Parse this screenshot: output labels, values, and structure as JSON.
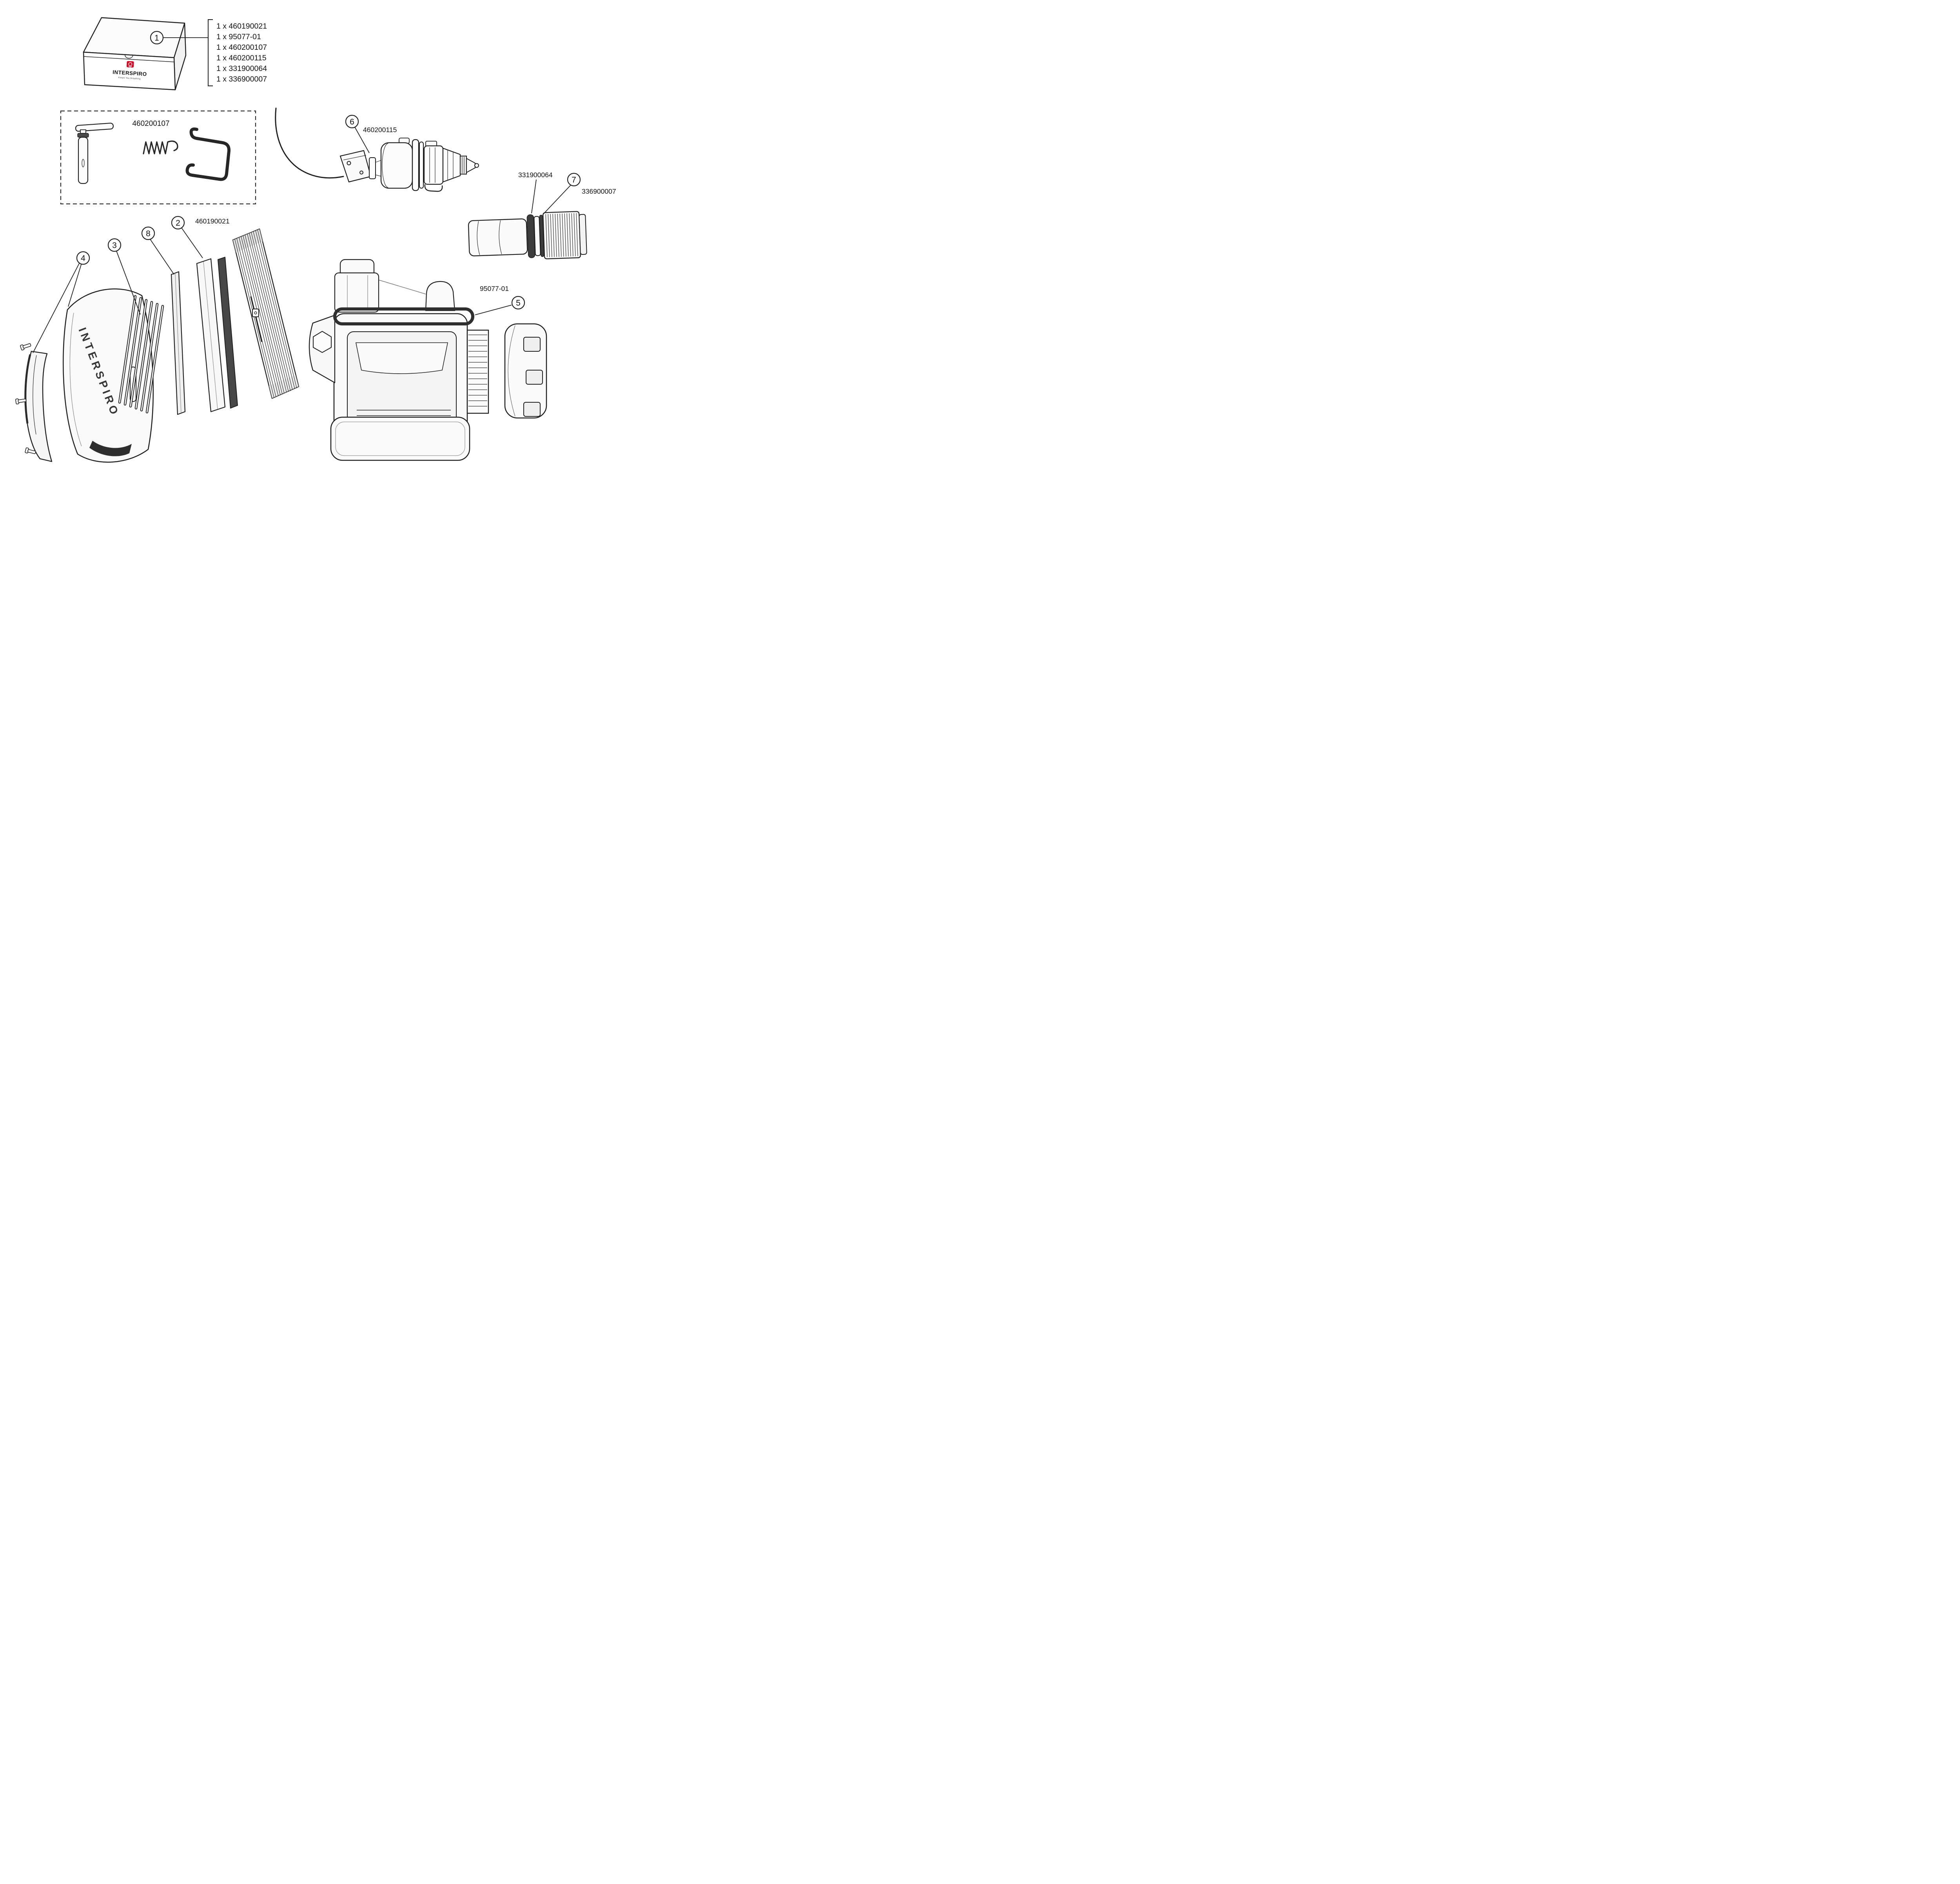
{
  "colors": {
    "brand_red": "#e2001a",
    "ink": "#1f1f1f"
  },
  "box": {
    "callout": "1",
    "brand": "INTERSPIRO",
    "tagline": "Keeps You Breathing",
    "contents": [
      "1 x 460190021",
      "1 x 95077-01",
      "1 x 460200107",
      "1 x 460200115",
      "1 x 331900064",
      "1 x 336900007"
    ]
  },
  "service_kit": {
    "part_number": "460200107"
  },
  "valve_assembly": {
    "callout": "6",
    "part_number": "460200115"
  },
  "cylinder_adapter": {
    "callout": "7",
    "oring": "331900064",
    "washer": "336900007"
  },
  "main_assembly": {
    "cover": {
      "callout": "4",
      "brand": "INTERSPIRO"
    },
    "grille": {
      "callout": "3"
    },
    "seal": {
      "callout": "8"
    },
    "diaphragm": {
      "callout": "2",
      "part_number": "460190021"
    },
    "oring": {
      "callout": "5",
      "part_number": "95077-01"
    }
  }
}
